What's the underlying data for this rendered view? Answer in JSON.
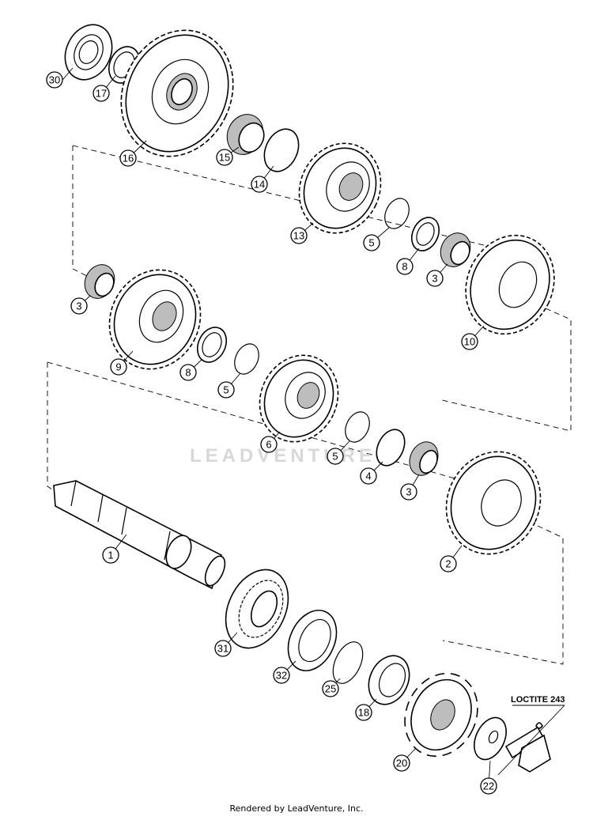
{
  "watermark": "LEADVENTURE",
  "loctite_label": "LOCTITE 243",
  "footer": "Rendered by LeadVenture, Inc.",
  "callouts": [
    "30",
    "17",
    "16",
    "15",
    "14",
    "13",
    "5",
    "8",
    "3",
    "10",
    "3",
    "9",
    "8",
    "5",
    "6",
    "5",
    "4",
    "3",
    "1",
    "2",
    "31",
    "32",
    "25",
    "18",
    "20",
    "22"
  ]
}
